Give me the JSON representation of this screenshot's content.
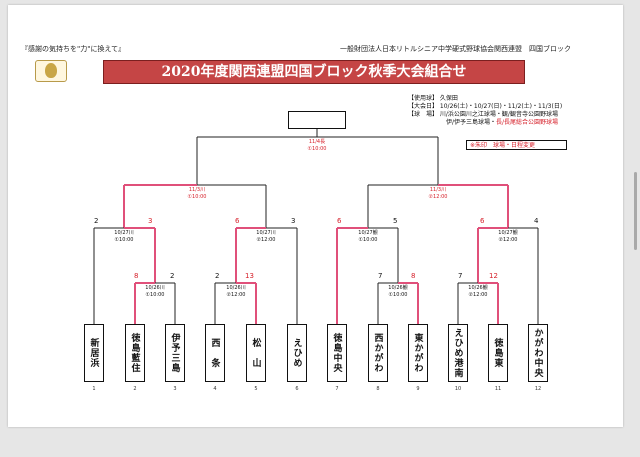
{
  "header": {
    "slogan": "『感謝の気持ちを\"力\"に換えて』",
    "organization": "一般財団法人日本リトルシニア中学硬式野球協会関西連盟　四国ブロック",
    "title": "2020年度関西連盟四国ブロック秋季大会組合せ"
  },
  "info": {
    "venue_used": "【使用球】 久保田",
    "dates": "【大会日】 10/26(土)・10/27(日)・11/2(土)・11/3(日)",
    "stadiums_1": "【球　場】 川/浜公園川之江球場・観/観音寺公園野球場",
    "stadiums_2a": "伊/伊予三島球場・",
    "stadiums_2b": "長/長尾総合公園野球場",
    "notice": "※朱印　球場・日程変更"
  },
  "games": {
    "final": {
      "date": "11/4長",
      "time": "①10:00"
    },
    "semi_left": {
      "date": "11/3川",
      "time": "①10:00"
    },
    "semi_right": {
      "date": "11/3川",
      "time": "②12:00"
    },
    "q1": {
      "date": "10/27川",
      "time": "①10:00"
    },
    "q2": {
      "date": "10/27川",
      "time": "②12:00"
    },
    "q3": {
      "date": "10/27観",
      "time": "①10:00"
    },
    "q4": {
      "date": "10/27観",
      "time": "②12:00"
    },
    "r1": {
      "date": "10/26川",
      "time": "①10:00"
    },
    "r2": {
      "date": "10/26川",
      "time": "②12:00"
    },
    "r3": {
      "date": "10/26観",
      "time": "①10:00"
    },
    "r4": {
      "date": "10/26観",
      "time": "②12:00"
    }
  },
  "scores": {
    "q1_left": "2",
    "q1_right": "3",
    "q2_left": "6",
    "q2_right": "3",
    "q3_left": "6",
    "q3_right": "5",
    "q4_left": "6",
    "q4_right": "4",
    "r1_left": "8",
    "r1_right": "2",
    "r2_left": "2",
    "r2_right": "13",
    "r3_left": "7",
    "r3_right": "8",
    "r4_left": "7",
    "r4_right": "12"
  },
  "teams": [
    {
      "seed": "1",
      "name": "新居浜"
    },
    {
      "seed": "2",
      "name": "徳島藍住"
    },
    {
      "seed": "3",
      "name": "伊予三島"
    },
    {
      "seed": "4",
      "name": "西　条"
    },
    {
      "seed": "5",
      "name": "松　山"
    },
    {
      "seed": "6",
      "name": "えひめ"
    },
    {
      "seed": "7",
      "name": "徳島中央"
    },
    {
      "seed": "8",
      "name": "西かがわ"
    },
    {
      "seed": "9",
      "name": "東かがわ"
    },
    {
      "seed": "10",
      "name": "えひめ港南"
    },
    {
      "seed": "11",
      "name": "徳島東"
    },
    {
      "seed": "12",
      "name": "かがわ中央"
    }
  ],
  "colors": {
    "winner_line": "#e0507a",
    "loser_line": "#222222",
    "banner": "#c54545",
    "changed_text": "#d6202a"
  }
}
